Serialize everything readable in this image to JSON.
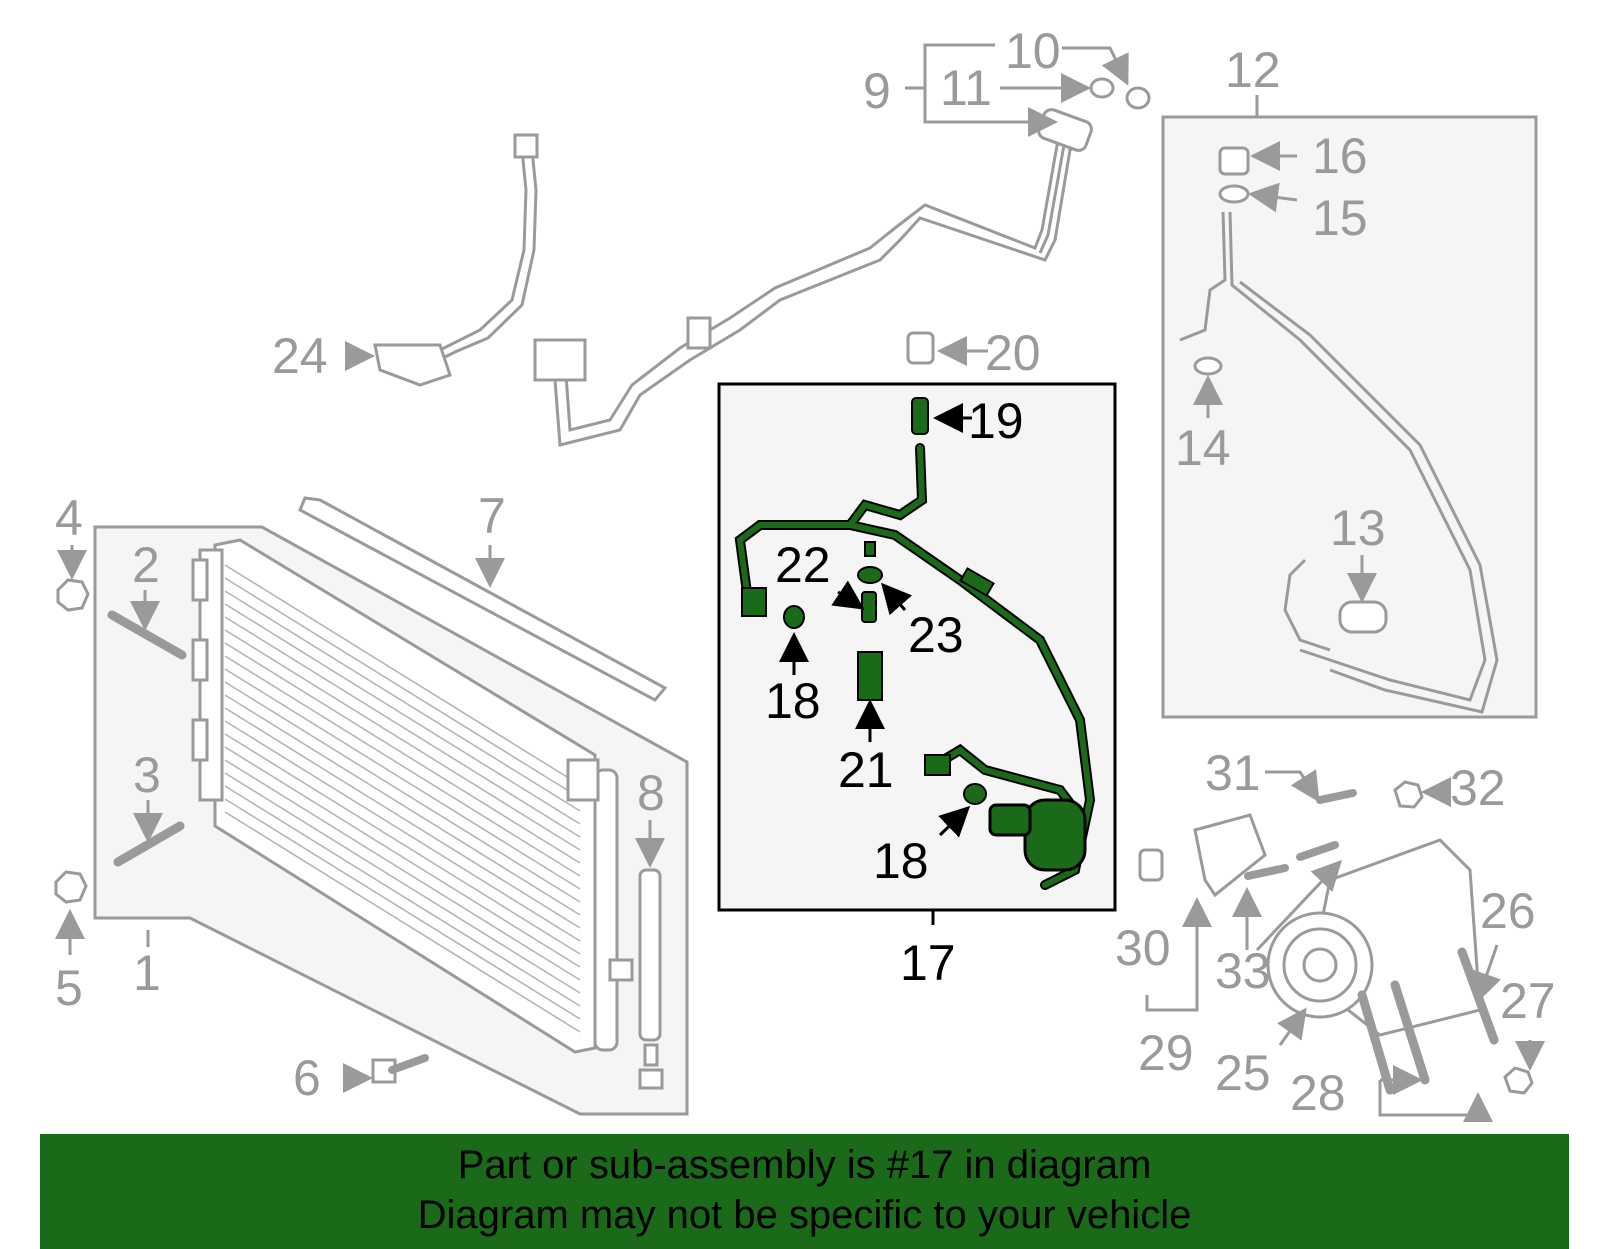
{
  "callouts": {
    "c1": "1",
    "c2": "2",
    "c3": "3",
    "c4": "4",
    "c5": "5",
    "c6": "6",
    "c7": "7",
    "c8": "8",
    "c9": "9",
    "c10": "10",
    "c11": "11",
    "c12": "12",
    "c13": "13",
    "c14": "14",
    "c15": "15",
    "c16": "16",
    "c17": "17",
    "c18a": "18",
    "c18b": "18",
    "c19": "19",
    "c20": "20",
    "c21": "21",
    "c22": "22",
    "c23": "23",
    "c24": "24",
    "c25": "25",
    "c26": "26",
    "c27": "27",
    "c28": "28",
    "c29": "29",
    "c30": "30",
    "c31": "31",
    "c32": "32",
    "c33": "33"
  },
  "banner": {
    "line1": "Part or sub-assembly is #17 in diagram",
    "line2": "Diagram may not be specific to your vehicle"
  },
  "colors": {
    "highlight_part": "#1a6a1a",
    "banner_bg": "#1a6a1a",
    "gray_lines": "#9a9a9a",
    "panel_fill": "#f5f5f5"
  }
}
